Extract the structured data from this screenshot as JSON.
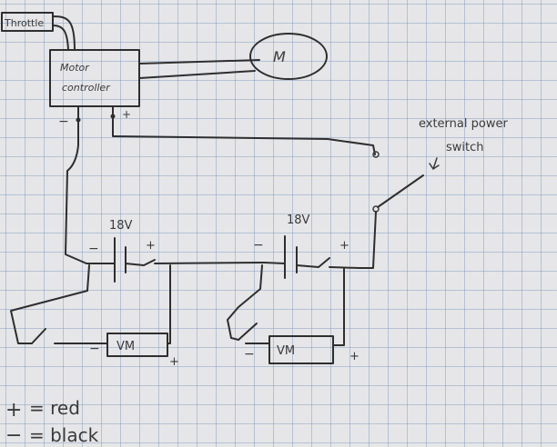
{
  "diagram": {
    "throttle_label": "Throttle",
    "motor_controller_line1": "Motor",
    "motor_controller_line2": "controller",
    "motor_label": "M",
    "controller_minus": "−",
    "controller_plus": "+",
    "switch_label_line1": "external power",
    "switch_label_line2": "switch",
    "battery_left_label": "18V",
    "battery_right_label": "18V",
    "battery_left_minus": "−",
    "battery_left_plus": "+",
    "battery_right_minus": "−",
    "battery_right_plus": "+",
    "voltmeter_left_label": "VM",
    "voltmeter_right_label": "VM",
    "voltmeter_left_minus": "−",
    "voltmeter_left_plus": "+",
    "voltmeter_right_minus": "−",
    "voltmeter_right_plus": "+",
    "legend": [
      {
        "symbol": "+",
        "meaning": "= red"
      },
      {
        "symbol": "−",
        "meaning": "= black"
      }
    ]
  },
  "colors": {
    "ink": "#2e2e2e",
    "paper": "#e6e6e8",
    "grid": "#7896be"
  }
}
